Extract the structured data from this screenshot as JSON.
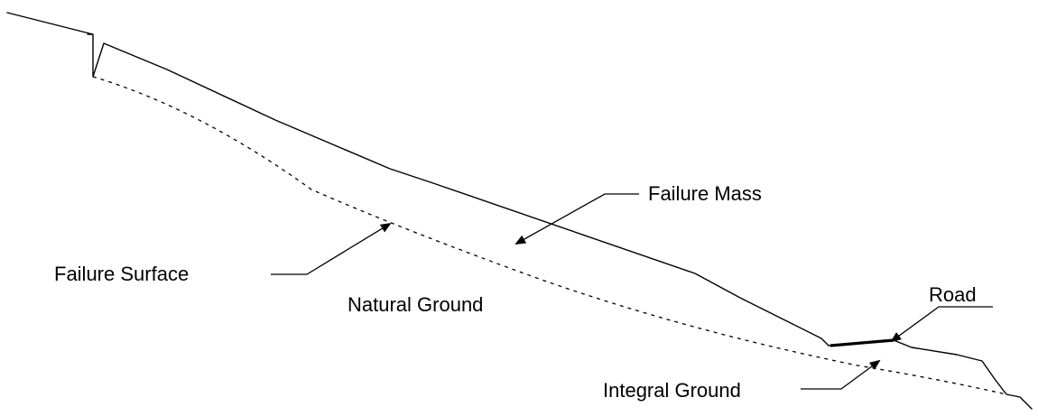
{
  "labels": {
    "failure_mass": "Failure Mass",
    "failure_surface": "Failure Surface",
    "natural_ground": "Natural Ground",
    "road": "Road",
    "integral_ground": "Integral Ground"
  }
}
